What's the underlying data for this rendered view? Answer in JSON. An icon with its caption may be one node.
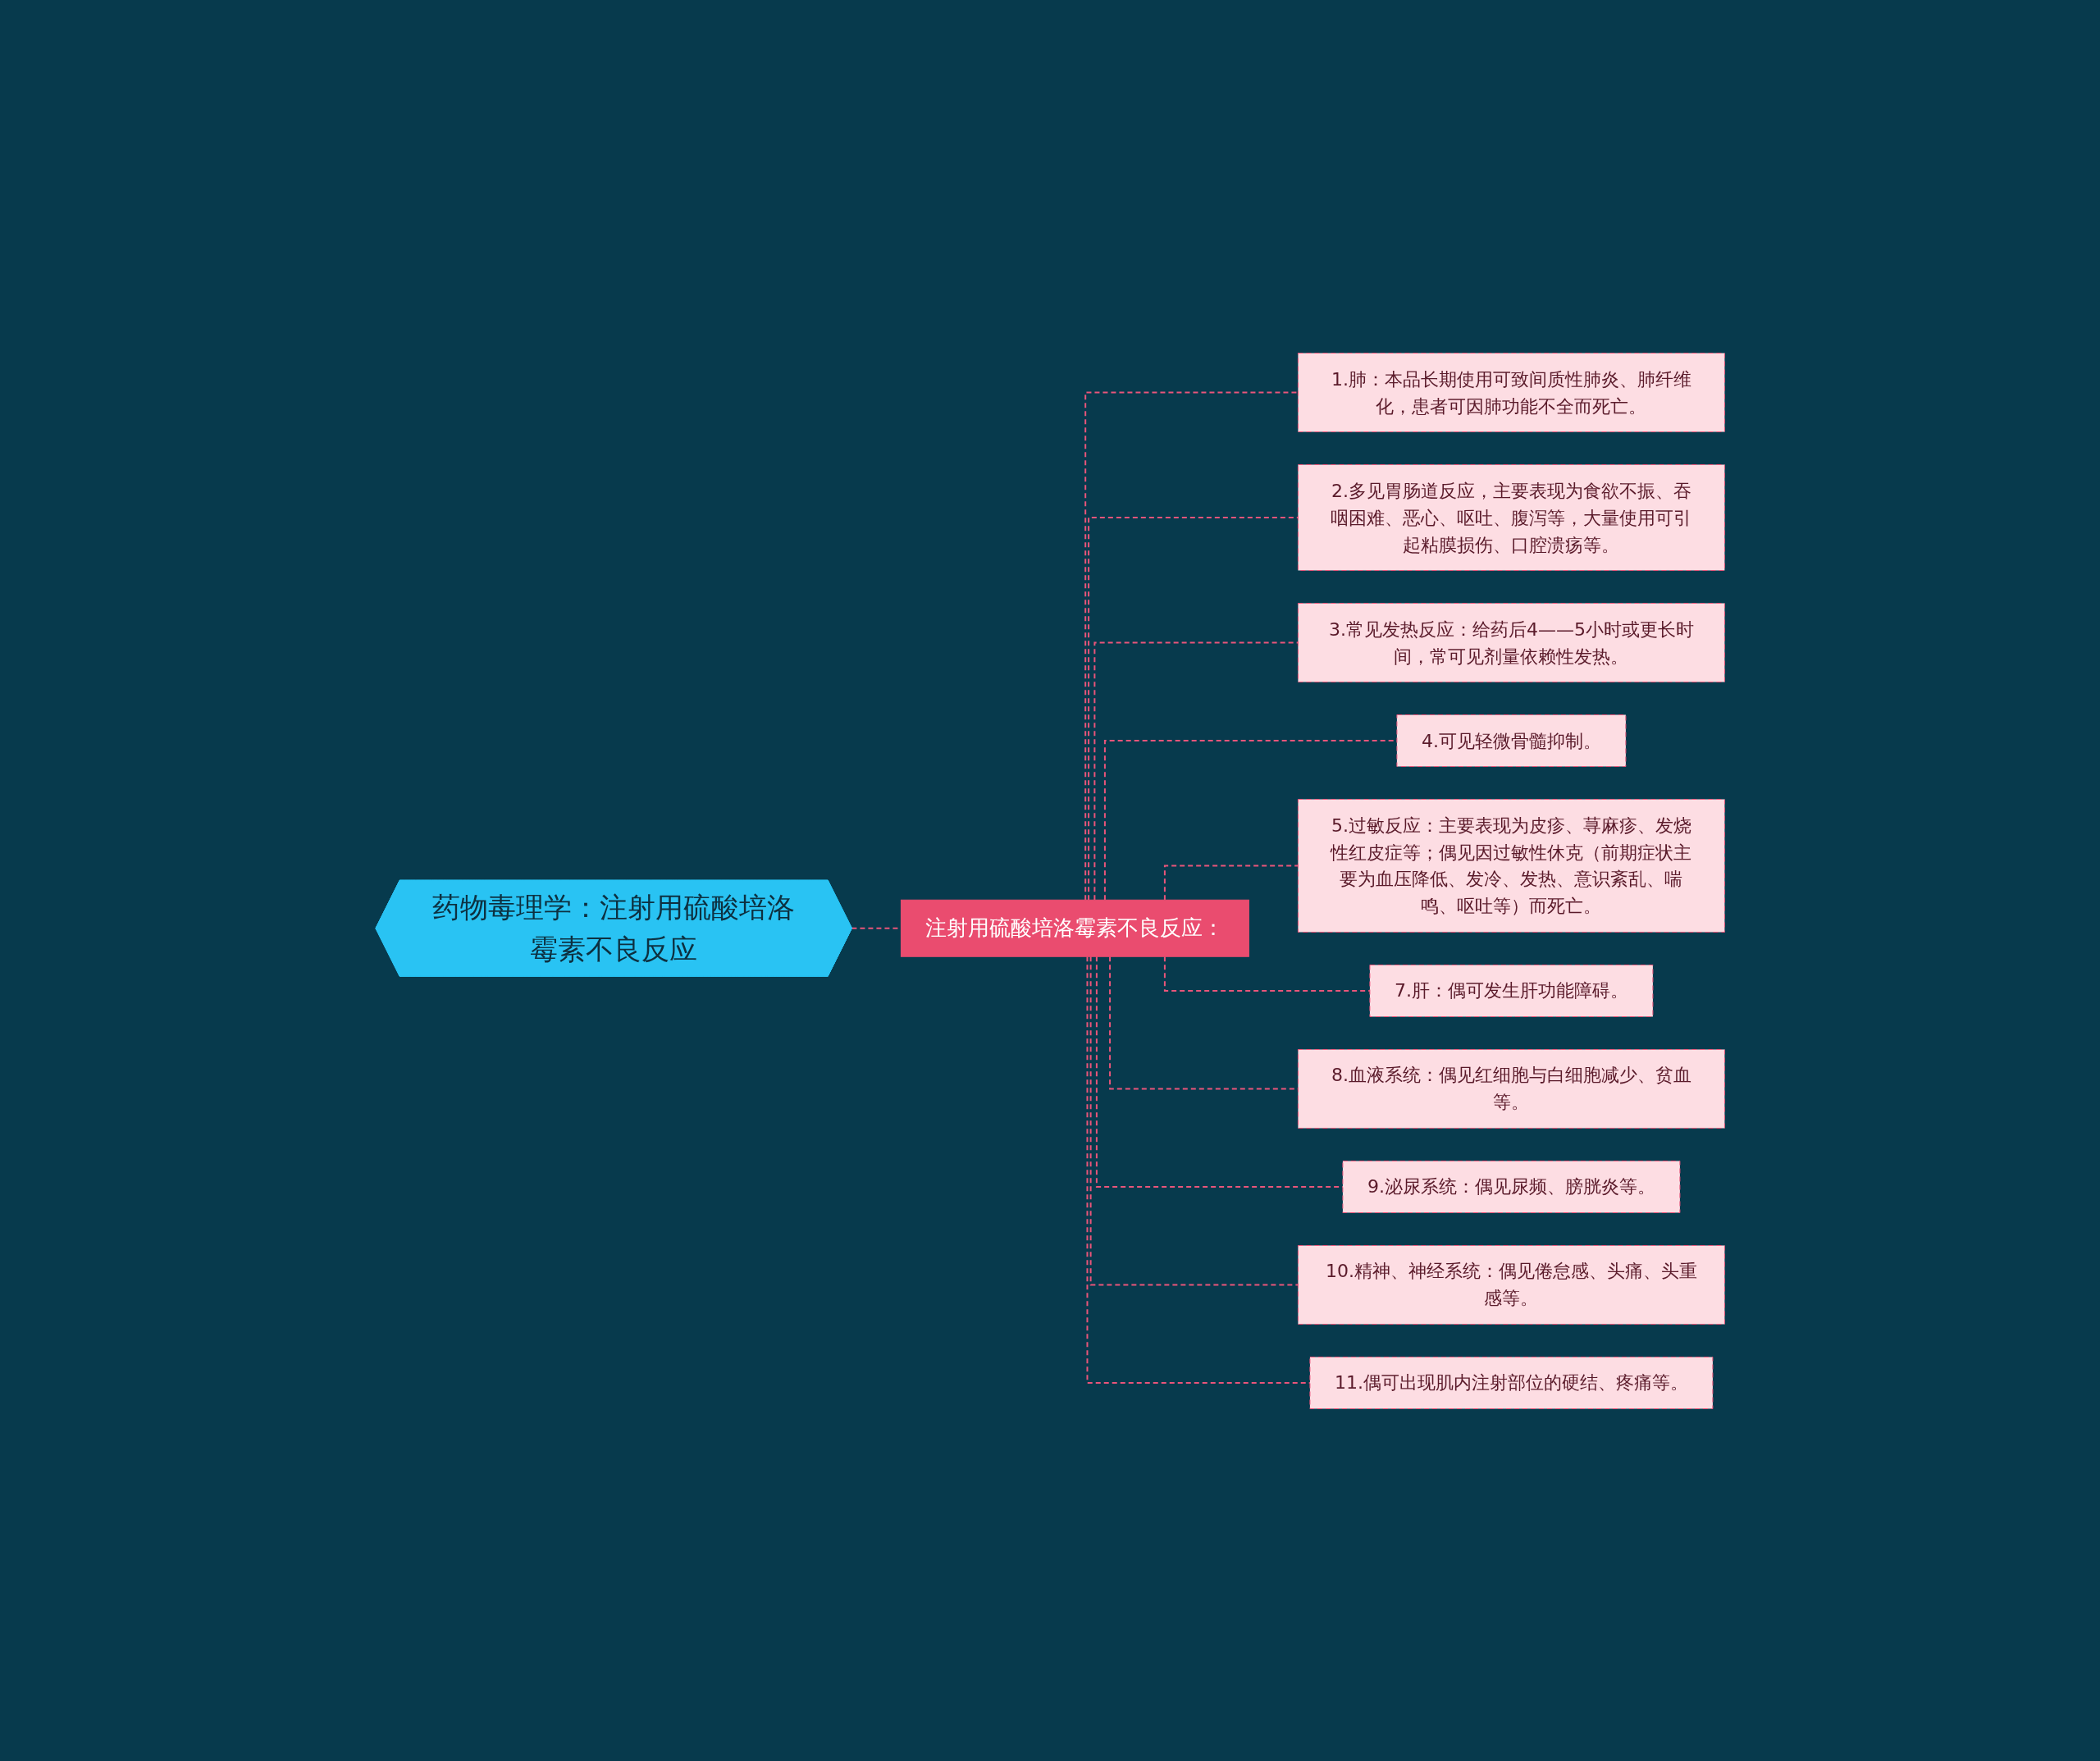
{
  "diagram": {
    "nodes": [
      {
        "text": [
          "药物毒理学：注射用硫酸培洛霉素不良反应"
        ]
      },
      {
        "text": [
          "注射用硫酸培洛霉素不良反应："
        ]
      },
      {
        "text": [
          "1.肺：本品长期使用可致间质性肺炎、肺纤维化，患者可因肺功能不全而死亡。"
        ]
      },
      {
        "text": [
          "2.多见胃肠道反应，主要表现为食欲不振、吞咽困难、恶心、呕吐、腹泻等，大量使用可引起粘膜损伤、口腔溃疡等。"
        ]
      },
      {
        "text": [
          "3.常见发热反应：给药后4——5小时或更长时间，常可见剂量依赖性发热。"
        ]
      },
      {
        "text": [
          "4.可见轻微骨髓抑制。"
        ]
      },
      {
        "text": [
          "5.过敏反应：主要表现为皮疹、荨麻疹、发烧性红皮症等；偶见因过敏性休克（前期症状主要为血压降低、发冷、发热、意识紊乱、喘鸣、呕吐等）而死亡。"
        ]
      },
      {
        "text": [
          "7.肝：偶可发生肝功能障碍。"
        ]
      },
      {
        "text": [
          "8.血液系统：偶见红细胞与白细胞减少、贫血等。"
        ]
      },
      {
        "text": [
          "9.泌尿系统：偶见尿频、膀胱炎等。"
        ]
      },
      {
        "text": [
          "10.精神、神经系统：偶见倦怠感、头痛、头重感等。"
        ]
      },
      {
        "text": [
          "11.偶可出现肌内注射部位的硬结、疼痛等。"
        ]
      }
    ],
    "edges": [
      {
        "from": 0,
        "to": 1,
        "arrow": "none"
      },
      {
        "from": 1,
        "to": 2,
        "arrow": "none"
      },
      {
        "from": 1,
        "to": 3,
        "arrow": "none"
      },
      {
        "from": 1,
        "to": 4,
        "arrow": "none"
      },
      {
        "from": 1,
        "to": 5,
        "arrow": "none"
      },
      {
        "from": 1,
        "to": 6,
        "arrow": "none"
      },
      {
        "from": 1,
        "to": 7,
        "arrow": "none"
      },
      {
        "from": 1,
        "to": 8,
        "arrow": "none"
      },
      {
        "from": 1,
        "to": 9,
        "arrow": "none"
      },
      {
        "from": 1,
        "to": 10,
        "arrow": "none"
      },
      {
        "from": 1,
        "to": 11,
        "arrow": "none"
      }
    ]
  }
}
